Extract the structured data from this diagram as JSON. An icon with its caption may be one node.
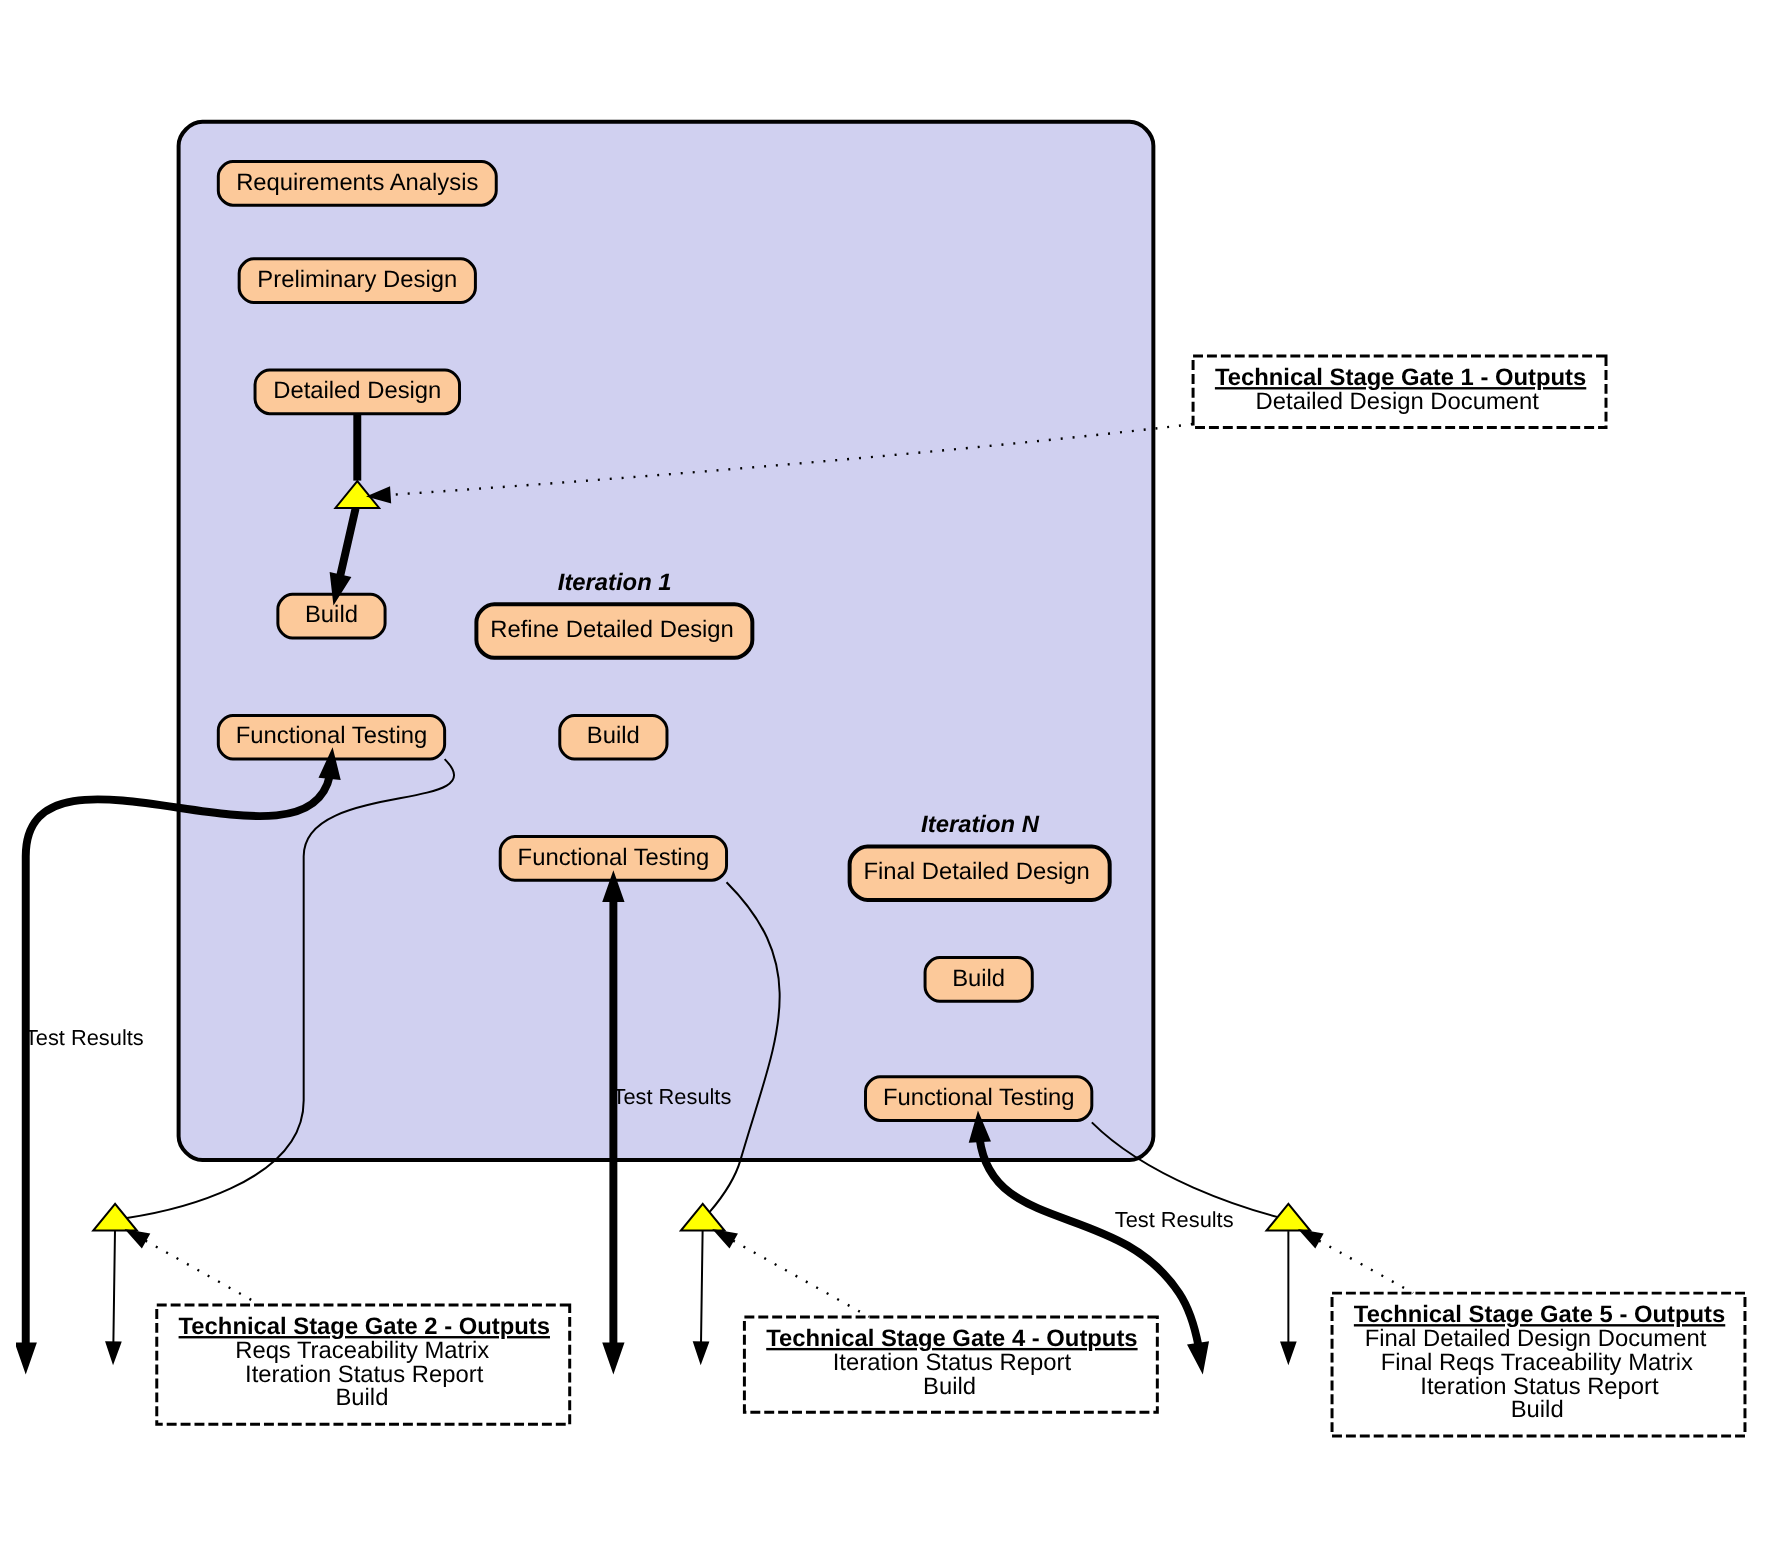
{
  "diagram": {
    "nodes": [
      {
        "text": [],
        "shape": "box"
      },
      {
        "text": [
          "Requirements Analysis"
        ],
        "in": 0
      },
      {
        "text": [
          "Preliminary Design"
        ],
        "in": 0
      },
      {
        "text": [
          "Detailed Design"
        ],
        "in": 0
      },
      {
        "text": [],
        "shape": "triangle",
        "in": 0
      },
      {
        "text": [
          "Build"
        ],
        "in": 0
      },
      {
        "text": [
          "Functional Testing"
        ],
        "in": 0
      },
      {
        "text": [
          "Refine Detailed Design"
        ],
        "in": 0,
        "beside": [
          "Iteration 1"
        ]
      },
      {
        "text": [
          "Build"
        ],
        "in": 0
      },
      {
        "text": [
          "Functional Testing"
        ],
        "in": 0
      },
      {
        "text": [
          "Final Detailed Design"
        ],
        "in": 0,
        "beside": [
          "Iteration N"
        ]
      },
      {
        "text": [
          "Build"
        ],
        "in": 0
      },
      {
        "text": [
          "Functional Testing"
        ],
        "in": 0
      },
      {
        "text": [],
        "shape": "triangle"
      },
      {
        "text": [],
        "shape": "triangle"
      },
      {
        "text": [],
        "shape": "triangle"
      },
      {
        "text": [
          "Technical Stage Gate 1 - Outputs",
          "Detailed Design Document"
        ]
      },
      {
        "text": [
          "Technical Stage Gate 2 - Outputs",
          "Reqs Traceability Matrix",
          "Iteration Status Report",
          "Build"
        ]
      },
      {
        "text": [
          "Technical Stage Gate 4 - Outputs",
          "Iteration Status Report",
          "Build"
        ]
      },
      {
        "text": [
          "Technical Stage Gate 5 - Outputs",
          "Final Detailed Design Document",
          "Final Reqs Traceability Matrix",
          "Iteration Status Report",
          "Build"
        ]
      }
    ],
    "edges": [
      {
        "from": 3,
        "to": 4,
        "arrow": "none",
        "style": "thick"
      },
      {
        "from": 4,
        "to": 5,
        "arrow": "to",
        "style": "thick"
      },
      {
        "from": 16,
        "to": 4,
        "arrow": "to",
        "style": "dashed"
      },
      {
        "from": 6,
        "to": null,
        "arrow": "both",
        "style": "thick",
        "label": "Test Results"
      },
      {
        "from": 6,
        "to": 13,
        "arrow": "none"
      },
      {
        "from": 13,
        "to": null,
        "arrow": "to"
      },
      {
        "from": 17,
        "to": 13,
        "arrow": "to",
        "style": "dashed"
      },
      {
        "from": 9,
        "to": null,
        "arrow": "both",
        "style": "thick",
        "label": "Test Results"
      },
      {
        "from": 9,
        "to": 14,
        "arrow": "none"
      },
      {
        "from": 14,
        "to": null,
        "arrow": "to"
      },
      {
        "from": 18,
        "to": 14,
        "arrow": "to",
        "style": "dashed"
      },
      {
        "from": 12,
        "to": null,
        "arrow": "both",
        "style": "thick",
        "label": "Test Results"
      },
      {
        "from": 12,
        "to": 15,
        "arrow": "none"
      },
      {
        "from": 15,
        "to": null,
        "arrow": "to"
      },
      {
        "from": 19,
        "to": 15,
        "arrow": "to",
        "style": "dashed"
      }
    ]
  }
}
